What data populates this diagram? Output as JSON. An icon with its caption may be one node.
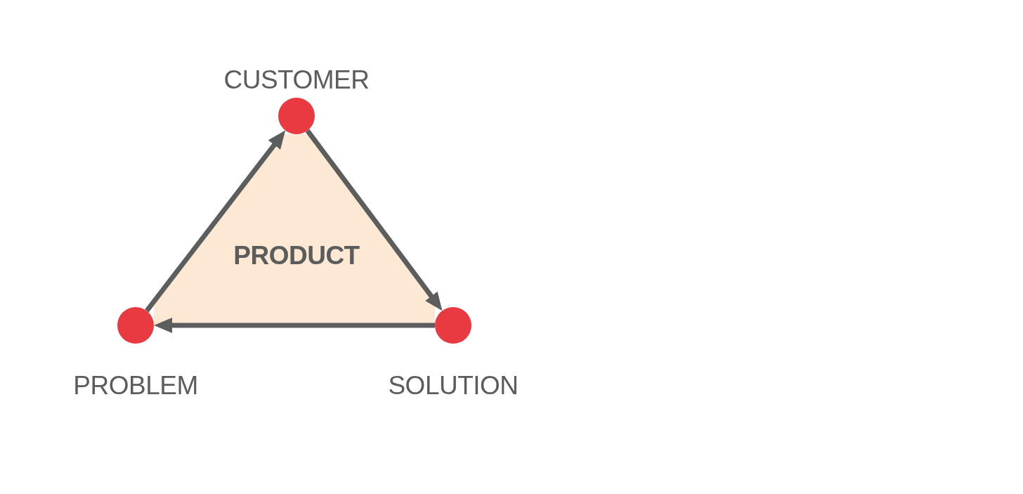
{
  "diagram": {
    "nodes": [
      {
        "text": [],
        "shape": "circle",
        "beside": [
          "CUSTOMER"
        ]
      },
      {
        "text": [
          "PRODUCT"
        ]
      },
      {
        "text": [],
        "shape": "circle",
        "beside": [
          "PROBLEM"
        ]
      },
      {
        "text": [],
        "shape": "circle",
        "beside": [
          "SOLUTION"
        ]
      }
    ],
    "edges": [
      {
        "from": 2,
        "to": 0,
        "arrow": "to"
      },
      {
        "from": 0,
        "to": 3,
        "arrow": "to"
      },
      {
        "from": 3,
        "to": 2,
        "arrow": "to"
      }
    ]
  }
}
